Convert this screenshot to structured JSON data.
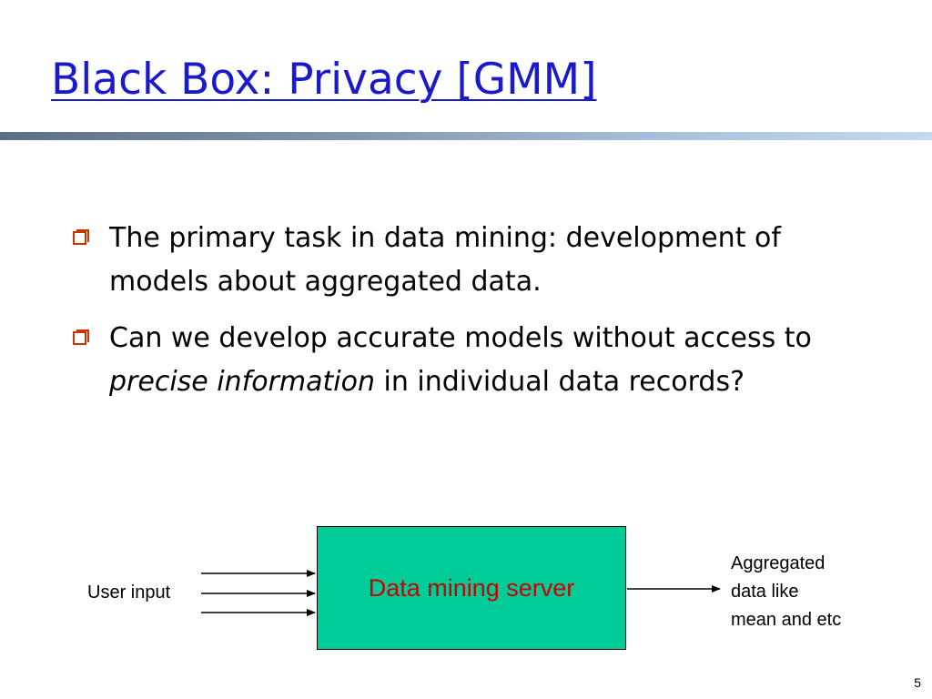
{
  "slide": {
    "title": "Black Box: Privacy [GMM]",
    "page_number": "5",
    "colors": {
      "title": "#1a1acc",
      "bullet_marker": "#cc3300",
      "server_fill": "#00cc99",
      "server_text": "#cc0000"
    }
  },
  "bullets": [
    {
      "marker_icon": "hollow-square-bullet-icon",
      "text": "The primary task in data mining: development of models about aggregated data."
    },
    {
      "marker_icon": "hollow-square-bullet-icon",
      "text_before": "Can we develop accurate models without access to ",
      "text_emphasis": "precise information",
      "text_after": " in individual data records?"
    }
  ],
  "diagram": {
    "server_label": "Data mining server",
    "input_label": "User input",
    "output_label_lines": [
      "Aggregated",
      "data like",
      "mean and etc"
    ]
  }
}
